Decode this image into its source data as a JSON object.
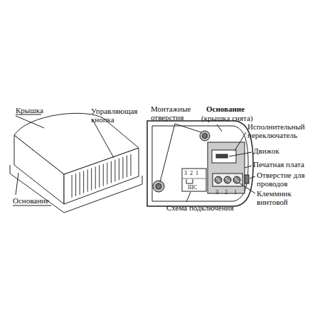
{
  "diagram": {
    "labels": [
      "Крышка",
      "Управляющая кнопка",
      "Основание",
      "Монтажные отверстия",
      "Основание",
      "(крышка снята)",
      "Исполнительный переключатель",
      "Движок",
      "Печатная плата",
      "Отверстие для проводов",
      "Клеммник винтовой",
      "Схема подключения",
      "3",
      "2",
      "1",
      "ШС",
      "3",
      "2",
      "1"
    ]
  }
}
